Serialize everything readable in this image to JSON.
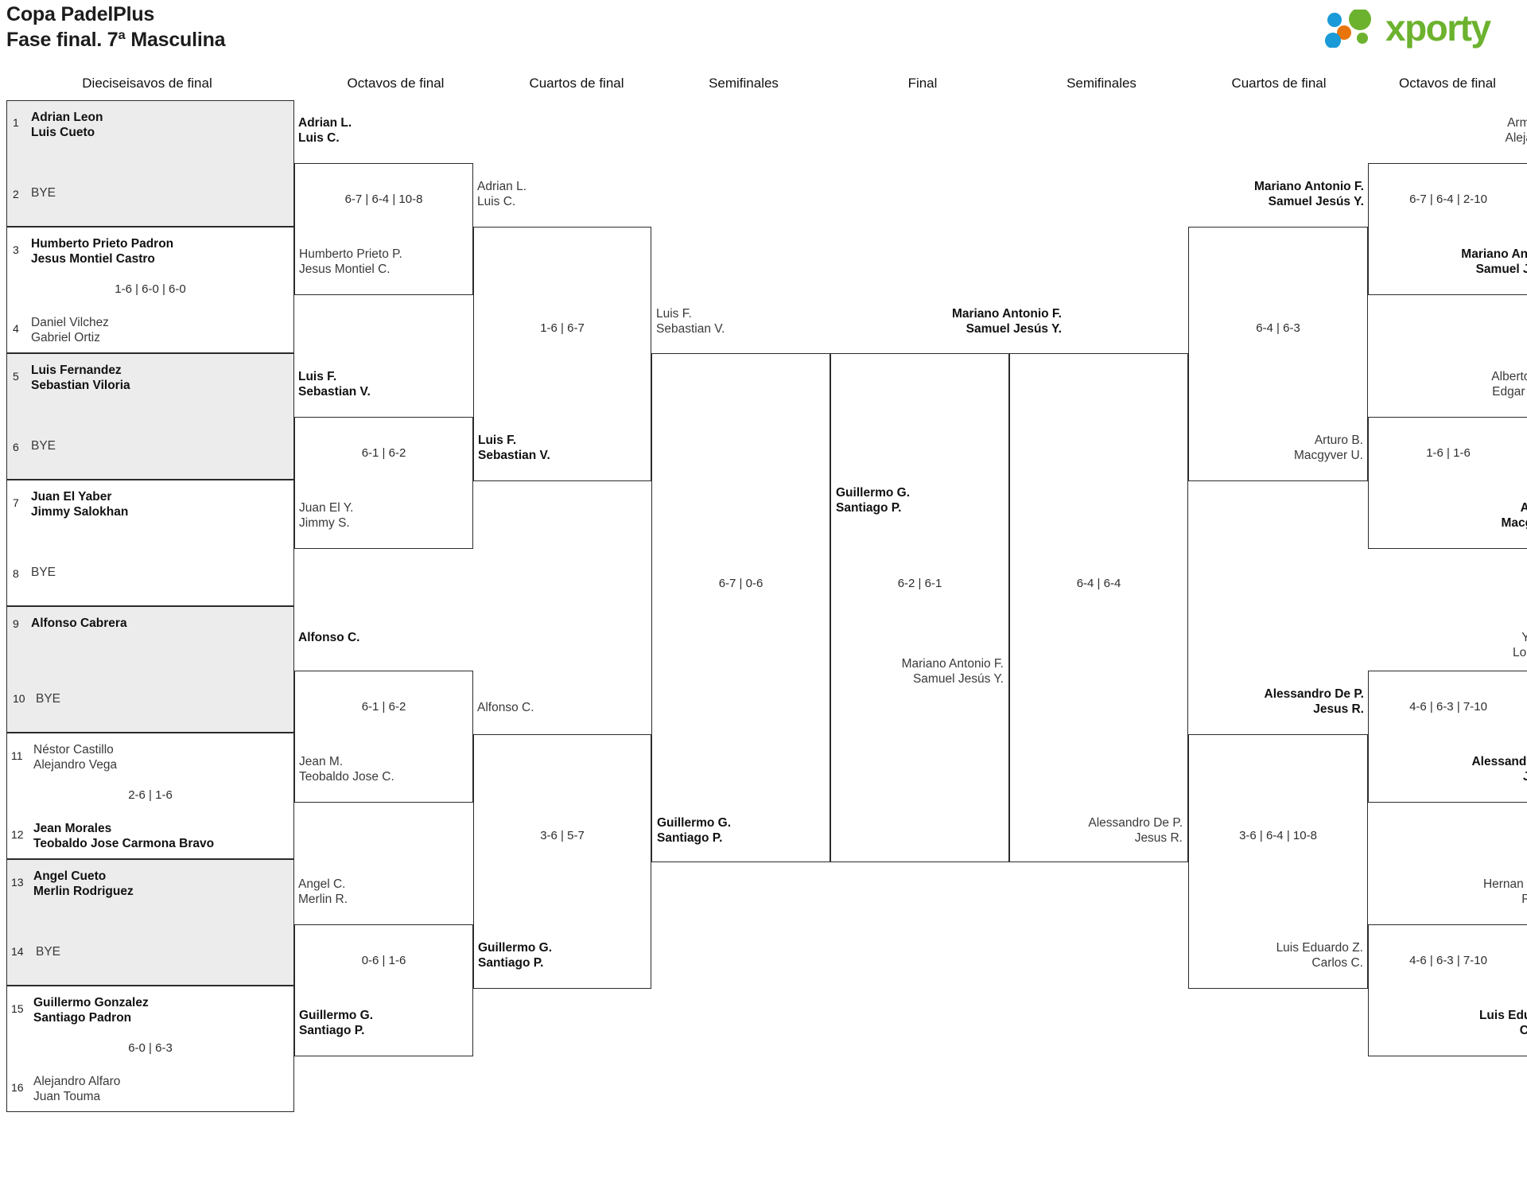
{
  "header": {
    "title_line1": "Copa PadelPlus",
    "title_line2": "Fase final. 7ª Masculina",
    "logo_text": "xporty",
    "logo_colors": {
      "green": "#6cb22e",
      "blue": "#1a9ad7",
      "orange": "#e8740c"
    }
  },
  "round_headers": {
    "left": [
      "Dieciseisavos de final",
      "Octavos de final",
      "Cuartos de final",
      "Semifinales"
    ],
    "center": "Final",
    "right": [
      "Semifinales",
      "Cuartos de final",
      "Octavos de final"
    ]
  },
  "r16_left": [
    {
      "seed": "1",
      "names": [
        "Adrian Leon",
        "Luis Cueto"
      ],
      "status": "win",
      "shaded": true
    },
    {
      "seed": "2",
      "names": [
        "BYE"
      ],
      "status": "bye",
      "shaded": true
    },
    {
      "seed": "3",
      "names": [
        "Humberto Prieto Padron",
        "Jesus Montiel Castro"
      ],
      "status": "win",
      "shaded": false
    },
    {
      "seed": "4",
      "names": [
        "Daniel Vilchez",
        "Gabriel Ortiz"
      ],
      "status": "lose",
      "shaded": false
    },
    {
      "seed": "5",
      "names": [
        "Luis Fernandez",
        "Sebastian Viloria"
      ],
      "status": "win",
      "shaded": true
    },
    {
      "seed": "6",
      "names": [
        "BYE"
      ],
      "status": "bye",
      "shaded": true
    },
    {
      "seed": "7",
      "names": [
        "Juan El Yaber",
        "Jimmy Salokhan"
      ],
      "status": "win",
      "shaded": false
    },
    {
      "seed": "8",
      "names": [
        "BYE"
      ],
      "status": "bye",
      "shaded": false
    },
    {
      "seed": "9",
      "names": [
        "Alfonso Cabrera"
      ],
      "status": "win",
      "shaded": true
    },
    {
      "seed": "10",
      "names": [
        "BYE"
      ],
      "status": "bye",
      "shaded": true
    },
    {
      "seed": "11",
      "names": [
        "Néstor Castillo",
        "Alejandro Vega"
      ],
      "status": "lose",
      "shaded": false
    },
    {
      "seed": "12",
      "names": [
        "Jean Morales",
        "Teobaldo Jose Carmona Bravo"
      ],
      "status": "win",
      "shaded": false
    },
    {
      "seed": "13",
      "names": [
        "Angel Cueto",
        "Merlin Rodriguez"
      ],
      "status": "win",
      "shaded": true
    },
    {
      "seed": "14",
      "names": [
        "BYE"
      ],
      "status": "bye",
      "shaded": true
    },
    {
      "seed": "15",
      "names": [
        "Guillermo Gonzalez",
        "Santiago Padron"
      ],
      "status": "win",
      "shaded": false
    },
    {
      "seed": "16",
      "names": [
        "Alejandro Alfaro",
        "Juan Touma"
      ],
      "status": "lose",
      "shaded": false
    }
  ],
  "r16_left_scores": [
    "",
    "1-6 | 6-0 | 6-0",
    "",
    "2-6 | 1-6",
    "6-0 | 6-3"
  ],
  "octavos_left": [
    {
      "names": [
        "Adrian L.",
        "Luis C."
      ],
      "status": "win"
    },
    {
      "names": [
        "Humberto Prieto P.",
        "Jesus Montiel C."
      ],
      "status": "lose"
    },
    {
      "names": [
        "Luis F.",
        "Sebastian V."
      ],
      "status": "win"
    },
    {
      "names": [
        "Juan El Y.",
        "Jimmy S."
      ],
      "status": "lose"
    },
    {
      "names": [
        "Alfonso C.",
        ""
      ],
      "status": "win"
    },
    {
      "names": [
        "Jean M.",
        "Teobaldo Jose C."
      ],
      "status": "lose"
    },
    {
      "names": [
        "Angel C.",
        "Merlin R."
      ],
      "status": "lose"
    },
    {
      "names": [
        "Guillermo G.",
        "Santiago P."
      ],
      "status": "win"
    }
  ],
  "octavos_left_scores": [
    "6-7 | 6-4 | 10-8",
    "6-1 | 6-2",
    "6-1 | 6-2",
    "0-6 | 1-6"
  ],
  "cuartos_left": [
    {
      "names": [
        "Adrian L.",
        "Luis C."
      ],
      "status": "lose"
    },
    {
      "names": [
        "Luis F.",
        "Sebastian V."
      ],
      "status": "win"
    },
    {
      "names": [
        "Alfonso C.",
        ""
      ],
      "status": "lose"
    },
    {
      "names": [
        "Guillermo G.",
        "Santiago P."
      ],
      "status": "win"
    }
  ],
  "cuartos_left_scores": [
    "1-6 | 6-7",
    "3-6 | 5-7"
  ],
  "semis_left": [
    {
      "names": [
        "Luis F.",
        "Sebastian V."
      ],
      "status": "lose"
    },
    {
      "names": [
        "Guillermo G.",
        "Santiago P."
      ],
      "status": "win"
    }
  ],
  "semis_left_scores": [
    "6-7 | 0-6"
  ],
  "final": {
    "top": {
      "names": [
        "Guillermo G.",
        "Santiago P."
      ],
      "status": "win"
    },
    "bottom": {
      "names": [
        "Mariano Antonio F.",
        "Samuel Jesús Y."
      ],
      "status": "lose"
    },
    "score": "6-2 | 6-1"
  },
  "semis_right": [
    {
      "names": [
        "Mariano Antonio F.",
        "Samuel Jesús Y."
      ],
      "status": "win"
    },
    {
      "names": [
        "Alessandro De P.",
        "Jesus R."
      ],
      "status": "lose"
    }
  ],
  "semis_right_scores": [
    "6-4 | 6-4"
  ],
  "cuartos_right": [
    {
      "names": [
        "Mariano Antonio F.",
        "Samuel Jesús Y."
      ],
      "status": "win"
    },
    {
      "names": [
        "Arturo B.",
        "Macgyver U."
      ],
      "status": "lose"
    },
    {
      "names": [
        "Alessandro De P.",
        "Jesus R."
      ],
      "status": "win"
    },
    {
      "names": [
        "Luis Eduardo Z.",
        "Carlos C."
      ],
      "status": "lose"
    }
  ],
  "cuartos_right_scores": [
    "6-4 | 6-3",
    "3-6 | 6-4 | 10-8"
  ],
  "octavos_right": [
    {
      "names": [
        "Armando",
        "Alejandro"
      ],
      "status": "lose"
    },
    {
      "names": [
        "Mariano Antonio",
        "Samuel Jesús"
      ],
      "status": "win"
    },
    {
      "names": [
        "Alberto Mas",
        "Edgar Nava"
      ],
      "status": "lose"
    },
    {
      "names": [
        "Arturo",
        "Macgyver"
      ],
      "status": "win"
    },
    {
      "names": [
        "Ybrain",
        "Lorenzo"
      ],
      "status": "lose"
    },
    {
      "names": [
        "Alessandro De",
        "Jesus"
      ],
      "status": "win"
    },
    {
      "names": [
        "Hernan Monti",
        "Renzo"
      ],
      "status": "lose"
    },
    {
      "names": [
        "Luis Eduardo",
        "Carlos"
      ],
      "status": "win"
    }
  ],
  "octavos_right_scores": [
    "6-7 | 6-4 | 2-10",
    "1-6 | 1-6",
    "4-6 | 6-3 | 7-10",
    "4-6 | 6-3 | 7-10"
  ]
}
